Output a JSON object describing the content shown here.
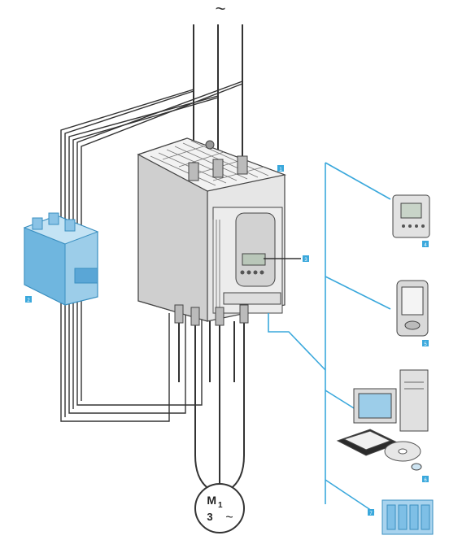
{
  "supply": {
    "symbol": "~"
  },
  "motor": {
    "name": "M",
    "index": "1",
    "phases": "3",
    "phase_symbol": "~"
  },
  "callouts": {
    "starter": "1",
    "contactor": "2",
    "terminal": "3",
    "remote_terminal": "4",
    "pda": "5",
    "pc_software": "6",
    "plc": "7"
  },
  "colors": {
    "accent": "#3aa8dc",
    "device_grey": "#d6d6d6",
    "line": "#333333"
  }
}
